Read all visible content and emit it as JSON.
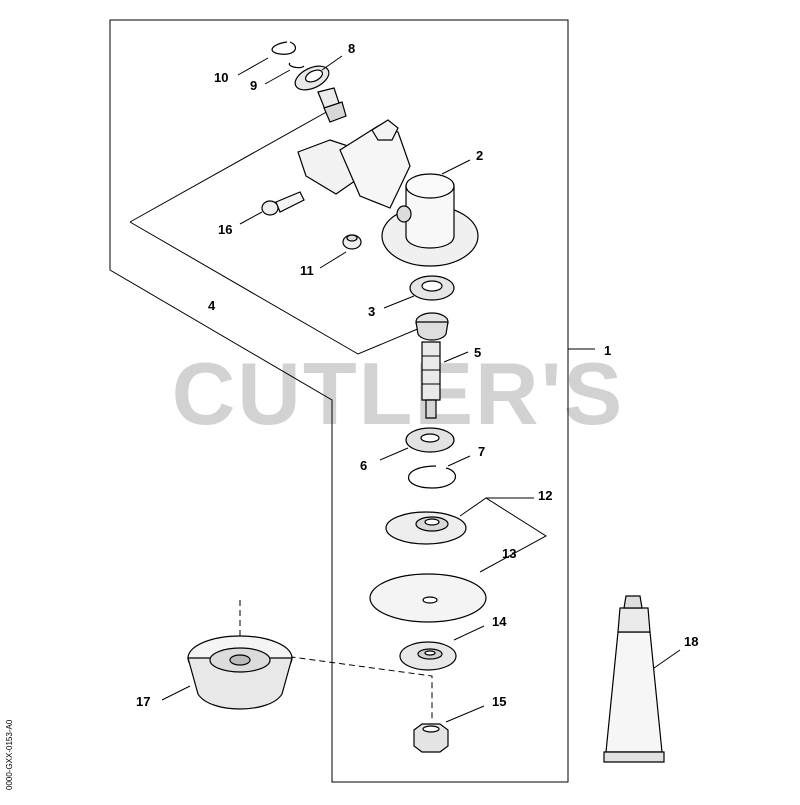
{
  "watermark": "CUTLER'S",
  "figure_code": "0000-GXX-0153-A0",
  "callouts": {
    "p1": "1",
    "p2": "2",
    "p3": "3",
    "p4": "4",
    "p5": "5",
    "p6": "6",
    "p7": "7",
    "p8": "8",
    "p9": "9",
    "p10": "10",
    "p11": "11",
    "p12": "12",
    "p13": "13",
    "p14": "14",
    "p15": "15",
    "p16": "16",
    "p17": "17",
    "p18": "18"
  }
}
